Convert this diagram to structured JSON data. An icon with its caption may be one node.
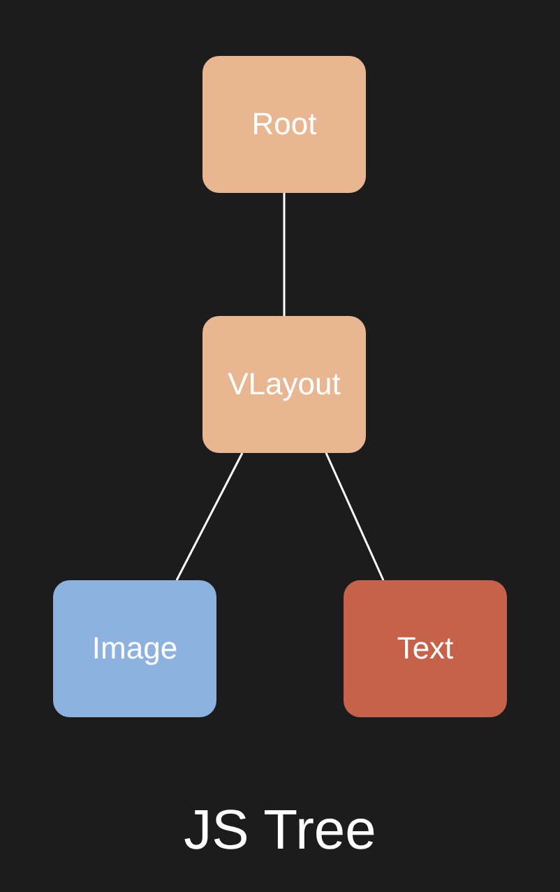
{
  "diagram": {
    "title": "JS Tree",
    "nodes": [
      {
        "text": [
          "Root"
        ]
      },
      {
        "text": [
          "VLayout"
        ]
      },
      {
        "text": [
          "Image"
        ]
      },
      {
        "text": [
          "Text"
        ]
      }
    ],
    "edges": [
      {
        "from": 0,
        "to": 1,
        "arrow": "none"
      },
      {
        "from": 1,
        "to": 2,
        "arrow": "none"
      },
      {
        "from": 1,
        "to": 3,
        "arrow": "none"
      }
    ]
  }
}
